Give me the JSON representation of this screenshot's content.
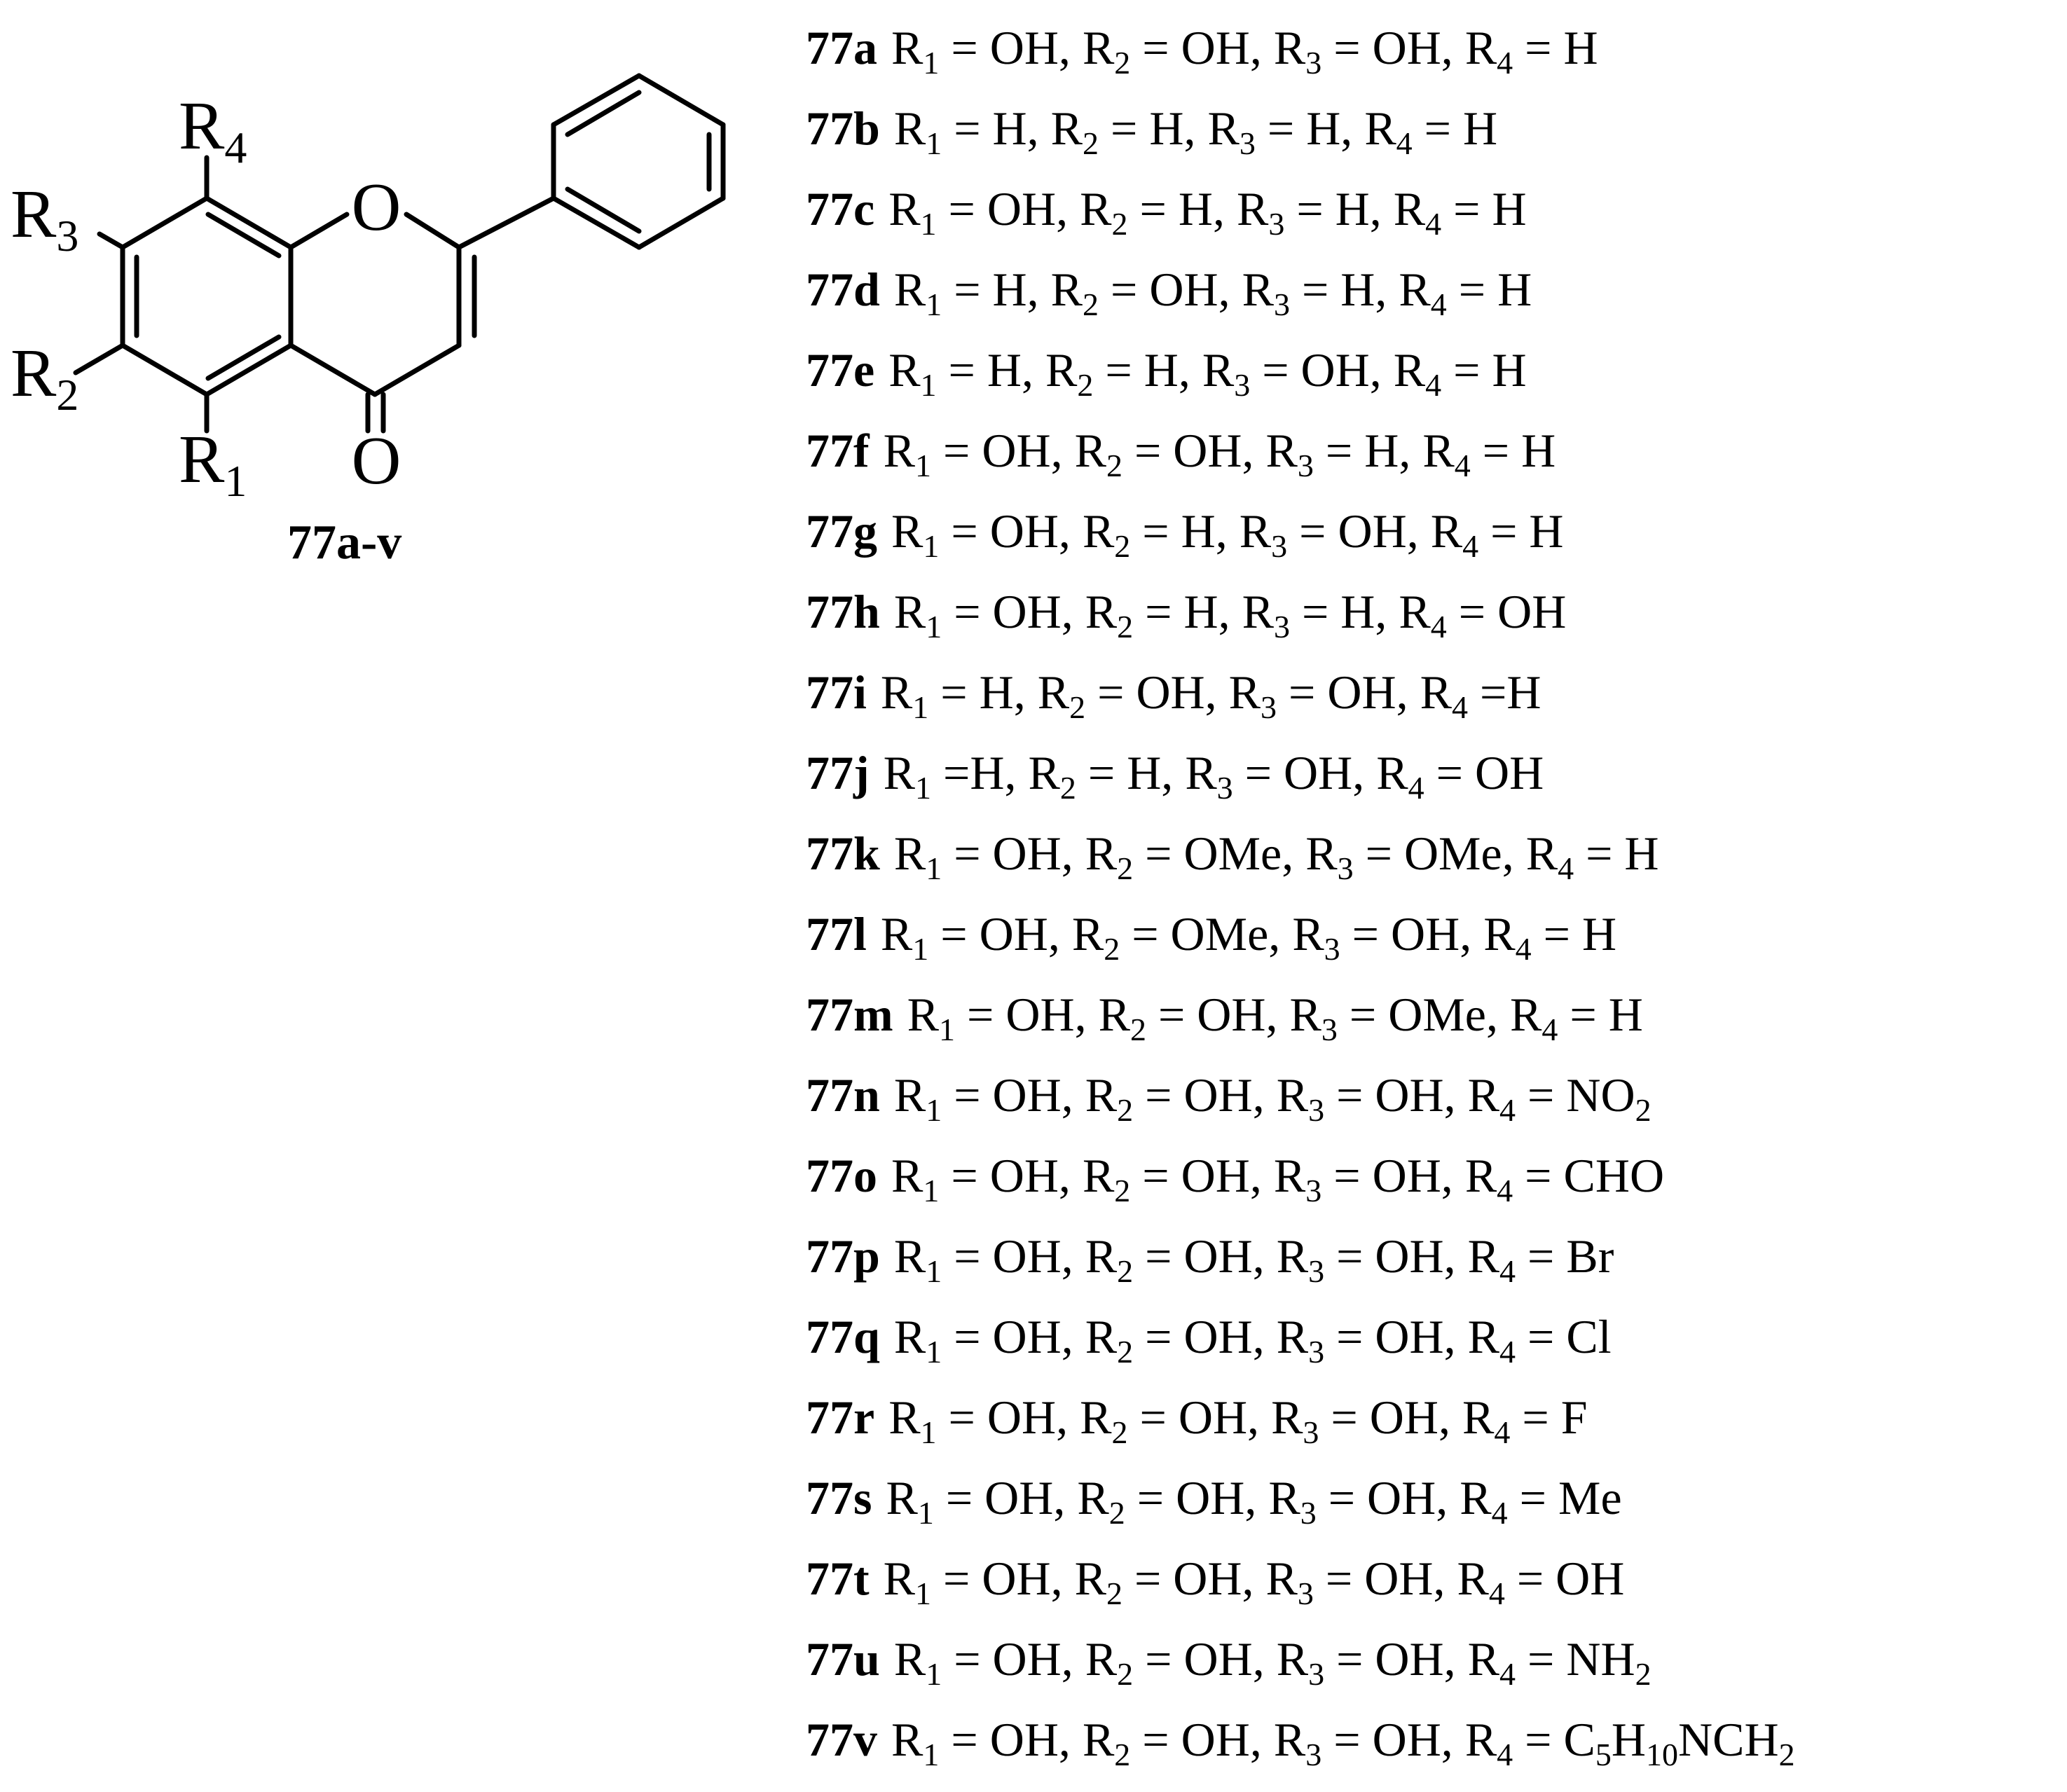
{
  "structure": {
    "atoms": {
      "ring_oxygen": "O",
      "carbonyl_oxygen": "O"
    },
    "substituent_labels": [
      {
        "base": "R",
        "sub": "4"
      },
      {
        "base": "R",
        "sub": "3"
      },
      {
        "base": "R",
        "sub": "2"
      },
      {
        "base": "R",
        "sub": "1"
      }
    ]
  },
  "series_label": "77a-v",
  "compounds": [
    {
      "id": "77a",
      "parts": [
        [
          "R",
          "1",
          " = OH, "
        ],
        [
          "R",
          "2",
          " = OH, "
        ],
        [
          "R",
          "3",
          " = OH, "
        ],
        [
          "R",
          "4",
          " = H"
        ]
      ]
    },
    {
      "id": "77b",
      "parts": [
        [
          "R",
          "1",
          " = H, "
        ],
        [
          "R",
          "2",
          " = H, "
        ],
        [
          "R",
          "3",
          " = H, "
        ],
        [
          "R",
          "4",
          " = H"
        ]
      ]
    },
    {
      "id": "77c",
      "parts": [
        [
          "R",
          "1",
          " = OH, "
        ],
        [
          "R",
          "2",
          " = H, "
        ],
        [
          "R",
          "3",
          " = H, "
        ],
        [
          "R",
          "4",
          " = H"
        ]
      ]
    },
    {
      "id": "77d",
      "parts": [
        [
          "R",
          "1",
          " = H, "
        ],
        [
          "R",
          "2",
          " = OH, "
        ],
        [
          "R",
          "3",
          " = H, "
        ],
        [
          "R",
          "4",
          " = H"
        ]
      ]
    },
    {
      "id": "77e",
      "parts": [
        [
          "R",
          "1",
          " = H, "
        ],
        [
          "R",
          "2",
          " = H, "
        ],
        [
          "R",
          "3",
          " = OH, "
        ],
        [
          "R",
          "4",
          " = H"
        ]
      ]
    },
    {
      "id": "77f",
      "parts": [
        [
          "R",
          "1",
          " = OH, "
        ],
        [
          "R",
          "2",
          " = OH, "
        ],
        [
          "R",
          "3",
          " = H, "
        ],
        [
          "R",
          "4",
          " = H"
        ]
      ]
    },
    {
      "id": "77g",
      "parts": [
        [
          "R",
          "1",
          " = OH, "
        ],
        [
          "R",
          "2",
          " = H, "
        ],
        [
          "R",
          "3",
          " = OH, "
        ],
        [
          "R",
          "4",
          " = H"
        ]
      ]
    },
    {
      "id": "77h",
      "parts": [
        [
          "R",
          "1",
          " = OH, "
        ],
        [
          "R",
          "2",
          " = H, "
        ],
        [
          "R",
          "3",
          " = H, "
        ],
        [
          "R",
          "4",
          " = OH"
        ]
      ]
    },
    {
      "id": "77i",
      "parts": [
        [
          "R",
          "1",
          " = H, "
        ],
        [
          "R",
          "2",
          " = OH, "
        ],
        [
          "R",
          "3",
          " = OH, "
        ],
        [
          "R",
          "4",
          " =H"
        ]
      ]
    },
    {
      "id": "77j",
      "parts": [
        [
          "R",
          "1",
          " =H, "
        ],
        [
          "R",
          "2",
          " = H, "
        ],
        [
          "R",
          "3",
          " = OH, "
        ],
        [
          "R",
          "4",
          " = OH"
        ]
      ]
    },
    {
      "id": "77k",
      "parts": [
        [
          "R",
          "1",
          " = OH, "
        ],
        [
          "R",
          "2",
          " = OMe, "
        ],
        [
          "R",
          "3",
          " = OMe, "
        ],
        [
          "R",
          "4",
          " = H"
        ]
      ]
    },
    {
      "id": "77l",
      "parts": [
        [
          "R",
          "1",
          " = OH, "
        ],
        [
          "R",
          "2",
          " = OMe, "
        ],
        [
          "R",
          "3",
          " = OH, "
        ],
        [
          "R",
          "4",
          " = H"
        ]
      ]
    },
    {
      "id": "77m",
      "parts": [
        [
          "R",
          "1",
          " = OH, "
        ],
        [
          "R",
          "2",
          " = OH, "
        ],
        [
          "R",
          "3",
          " = OMe, "
        ],
        [
          "R",
          "4",
          " = H"
        ]
      ]
    },
    {
      "id": "77n",
      "parts": [
        [
          "R",
          "1",
          " = OH, "
        ],
        [
          "R",
          "2",
          " = OH, "
        ],
        [
          "R",
          "3",
          " = OH, "
        ],
        [
          "R",
          "4",
          " = NO"
        ],
        [
          "",
          "2",
          ""
        ]
      ]
    },
    {
      "id": "77o",
      "parts": [
        [
          "R",
          "1",
          " = OH, "
        ],
        [
          "R",
          "2",
          " = OH, "
        ],
        [
          "R",
          "3",
          " = OH, "
        ],
        [
          "R",
          "4",
          " = CHO"
        ]
      ]
    },
    {
      "id": "77p",
      "parts": [
        [
          "R",
          "1",
          " = OH, "
        ],
        [
          "R",
          "2",
          " = OH, "
        ],
        [
          "R",
          "3",
          " = OH, "
        ],
        [
          "R",
          "4",
          " = Br"
        ]
      ]
    },
    {
      "id": "77q",
      "parts": [
        [
          "R",
          "1",
          " = OH, "
        ],
        [
          "R",
          "2",
          " = OH, "
        ],
        [
          "R",
          "3",
          " = OH, "
        ],
        [
          "R",
          "4",
          " = Cl"
        ]
      ]
    },
    {
      "id": "77r",
      "parts": [
        [
          "R",
          "1",
          " = OH, "
        ],
        [
          "R",
          "2",
          " = OH, "
        ],
        [
          "R",
          "3",
          " = OH, "
        ],
        [
          "R",
          "4",
          " = F"
        ]
      ]
    },
    {
      "id": "77s",
      "parts": [
        [
          "R",
          "1",
          " = OH, "
        ],
        [
          "R",
          "2",
          " = OH, "
        ],
        [
          "R",
          "3",
          " = OH, "
        ],
        [
          "R",
          "4",
          " = Me"
        ]
      ]
    },
    {
      "id": "77t",
      "parts": [
        [
          "R",
          "1",
          " = OH, "
        ],
        [
          "R",
          "2",
          " = OH, "
        ],
        [
          "R",
          "3",
          " = OH, "
        ],
        [
          "R",
          "4",
          " = OH"
        ]
      ]
    },
    {
      "id": "77u",
      "parts": [
        [
          "R",
          "1",
          " = OH, "
        ],
        [
          "R",
          "2",
          " = OH, "
        ],
        [
          "R",
          "3",
          " = OH, "
        ],
        [
          "R",
          "4",
          " = NH"
        ],
        [
          "",
          "2",
          ""
        ]
      ]
    },
    {
      "id": "77v",
      "parts": [
        [
          "R",
          "1",
          " = OH, "
        ],
        [
          "R",
          "2",
          " = OH, "
        ],
        [
          "R",
          "3",
          " = OH, "
        ],
        [
          "R",
          "4",
          " = C"
        ],
        [
          "",
          "5",
          "H"
        ],
        [
          "",
          "10",
          "NCH"
        ],
        [
          "",
          "2",
          ""
        ]
      ]
    }
  ]
}
